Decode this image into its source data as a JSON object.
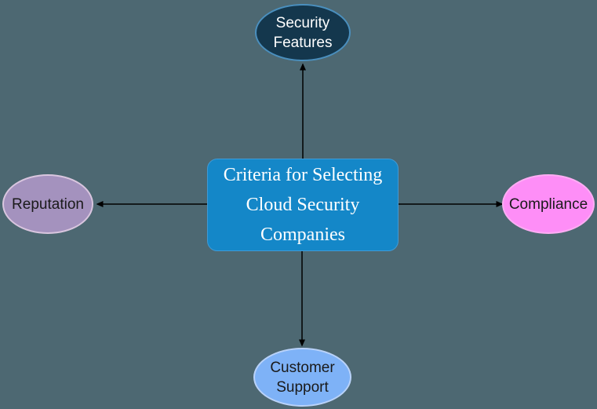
{
  "diagram": {
    "title": "Criteria for Selecting Cloud Security Companies",
    "center": {
      "id": "center-criteria",
      "label": "Criteria for Selecting Cloud Security Companies",
      "lines": [
        "Criteria for Selecting",
        "Cloud Security",
        "Companies"
      ],
      "fill": "#1487C8",
      "border": "#3F9AD6",
      "text_color": "#FFFFFF",
      "shape": "rounded-rectangle"
    },
    "nodes": [
      {
        "id": "security-features",
        "label": "Security Features",
        "lines": [
          "Security",
          "Features"
        ],
        "position": "top",
        "shape": "ellipse",
        "fill": "#14374D",
        "border": "#4A8FBE",
        "text_color": "#FFFFFF"
      },
      {
        "id": "reputation",
        "label": "Reputation",
        "position": "left",
        "shape": "ellipse",
        "fill": "#A492BE",
        "border": "#D9C6DF",
        "text_color": "#1A1A1A"
      },
      {
        "id": "compliance",
        "label": "Compliance",
        "position": "right",
        "shape": "ellipse",
        "fill": "#FE8EF7",
        "border": "#FFADF4",
        "text_color": "#1A1A1A"
      },
      {
        "id": "customer-support",
        "label": "Customer Support",
        "lines": [
          "Customer",
          "Support"
        ],
        "position": "bottom",
        "shape": "ellipse",
        "fill": "#7EB2F7",
        "border": "#B9D2F9",
        "text_color": "#1A1A1A"
      }
    ],
    "connectors": [
      {
        "from": "center-criteria",
        "to": "security-features",
        "direction": "up"
      },
      {
        "from": "center-criteria",
        "to": "reputation",
        "direction": "left"
      },
      {
        "from": "center-criteria",
        "to": "compliance",
        "direction": "right"
      },
      {
        "from": "center-criteria",
        "to": "customer-support",
        "direction": "down"
      }
    ]
  },
  "colors": {
    "background": "#4D6872",
    "arrow": "#000000"
  }
}
